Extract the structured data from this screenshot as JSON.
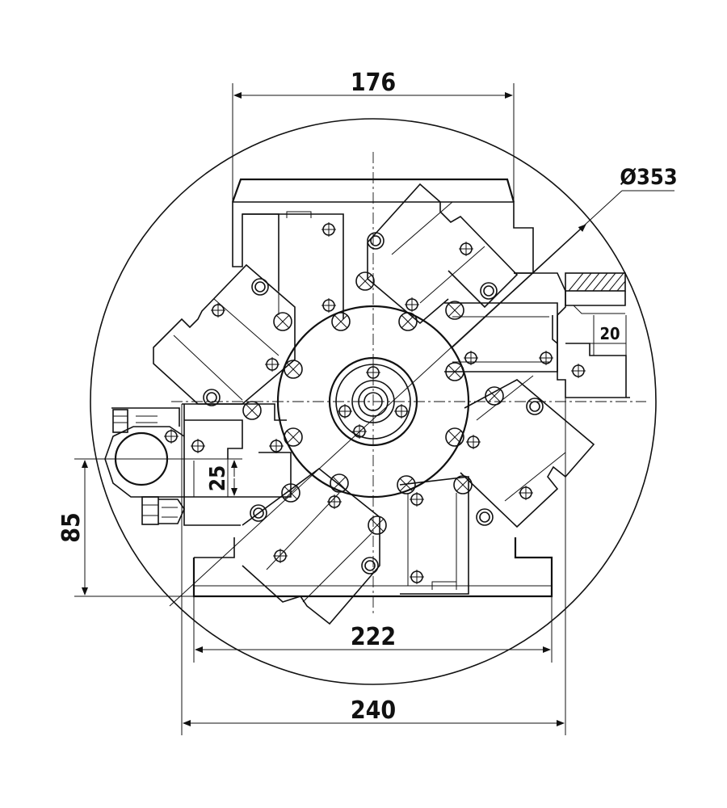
{
  "dimensions": {
    "top_width": "176",
    "diameter": "Ø353",
    "right_offset": "20",
    "left_height": "85",
    "left_small": "25",
    "bottom_inner": "222",
    "bottom_outer": "240"
  },
  "colors": {
    "line": "#111111",
    "background": "#ffffff"
  }
}
